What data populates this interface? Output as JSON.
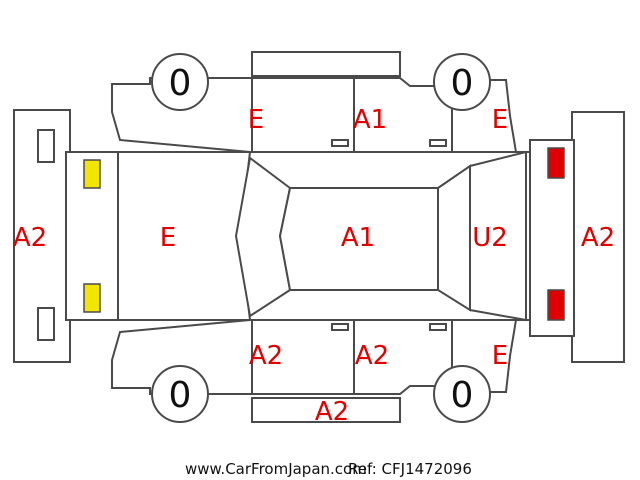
{
  "colors": {
    "damage_code": "#e00000",
    "outline": "#4a4a4a",
    "marker_yellow": "#f2e600",
    "marker_red": "#e00000"
  },
  "tires": {
    "front_left": "0",
    "front_right": "0",
    "rear_left": "0",
    "rear_right": "0"
  },
  "codes": {
    "left_bumper": "A2",
    "hood": "E",
    "roof": "A1",
    "tailgate": "U2",
    "right_bumper": "A2",
    "top_front_door": "E",
    "top_rear_door": "A1",
    "top_rear_fender": "E",
    "bottom_front_door": "A2",
    "bottom_rear_door": "A2",
    "bottom_rear_fender": "E",
    "bottom_sill": "A2"
  },
  "markers": {
    "front_lights": "yellow",
    "rear_lights": "red"
  },
  "footer": {
    "site": "www.CarFromJapan.com",
    "ref": "Ref: CFJ1472096"
  }
}
